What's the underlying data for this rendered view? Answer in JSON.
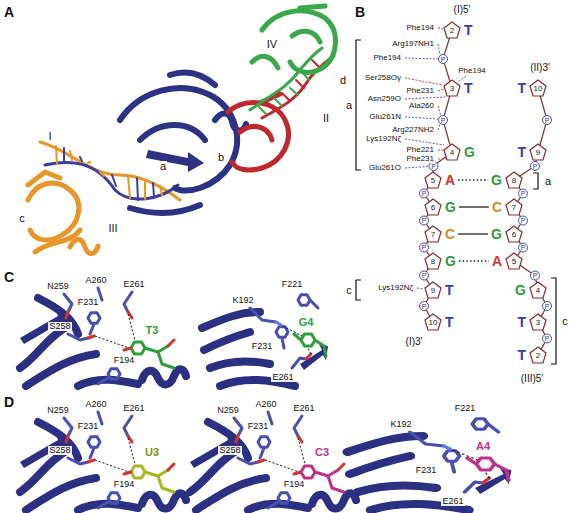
{
  "diagram": {
    "nodes": [
      {
        "text": [
          "2",
          "T"
        ]
      },
      {
        "text": [
          "3",
          "T"
        ]
      },
      {
        "text": [
          "4",
          "G"
        ]
      },
      {
        "text": [
          "5",
          "A"
        ]
      },
      {
        "text": [
          "6",
          "G"
        ]
      },
      {
        "text": [
          "7",
          "C"
        ]
      },
      {
        "text": [
          "8",
          "G"
        ]
      },
      {
        "text": [
          "9",
          "T"
        ]
      },
      {
        "text": [
          "10",
          "T"
        ]
      },
      {
        "text": [
          "10",
          "T"
        ]
      },
      {
        "text": [
          "9",
          "T"
        ]
      },
      {
        "text": [
          "8",
          "G"
        ]
      },
      {
        "text": [
          "7",
          "C"
        ]
      },
      {
        "text": [
          "6",
          "G"
        ]
      },
      {
        "text": [
          "5",
          "A"
        ]
      },
      {
        "text": [
          "4",
          "G"
        ]
      },
      {
        "text": [
          "3",
          "T"
        ]
      },
      {
        "text": [
          "2",
          "T"
        ]
      }
    ],
    "edges": [
      {
        "from": 3,
        "to": 11,
        "arrow": "none"
      },
      {
        "from": 4,
        "to": 12,
        "arrow": "none"
      },
      {
        "from": 5,
        "to": 13,
        "arrow": "none"
      },
      {
        "from": 6,
        "to": 14,
        "arrow": "none"
      }
    ],
    "labels": [
      "A",
      "c",
      "I",
      "III",
      "a",
      "b",
      "II",
      "IV",
      "d",
      "B",
      "(I)5′",
      "(II)3′",
      "a",
      "a",
      "c",
      "c",
      "(I)3′",
      "(III)5′",
      "Phe194",
      "Arg197NH1",
      "Phe194",
      "Phe194",
      "Ser258Oγ",
      "Phe231",
      "Asn259O",
      "Ala260",
      "Glu261N",
      "Arg227NH2",
      "Lys192Nζ",
      "Phe221",
      "Phe231",
      "Glu261O",
      "Lys192Nζ",
      "P",
      "P",
      "P",
      "P",
      "P",
      "P",
      "P",
      "P",
      "P",
      "P",
      "P",
      "P",
      "P",
      "P",
      "P",
      "P",
      "C",
      "N259",
      "A260",
      "E261",
      "F231",
      "S258",
      "T3",
      "F194",
      "F221",
      "K192",
      "F231",
      "G4",
      "E261",
      "D",
      "N259",
      "A260",
      "E261",
      "F231",
      "S258",
      "U3",
      "F194",
      "N259",
      "A260",
      "E261",
      "F231",
      "S258",
      "C3",
      "F194",
      "F221",
      "K192",
      "F231",
      "A4",
      "E261"
    ]
  }
}
